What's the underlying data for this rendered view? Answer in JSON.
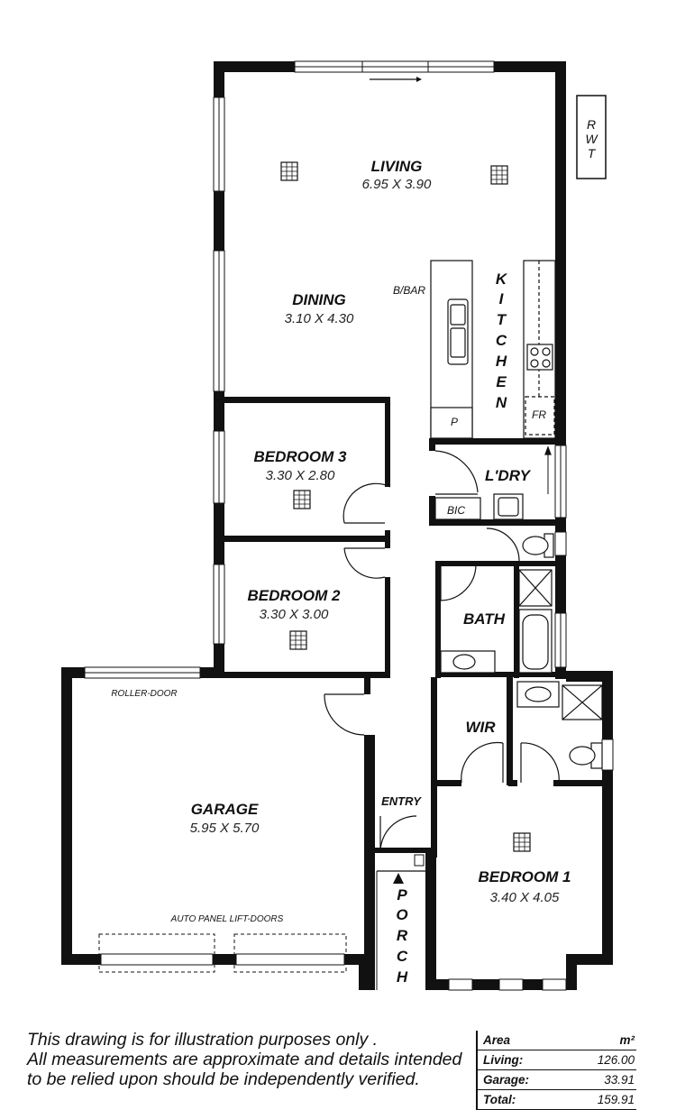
{
  "rooms": {
    "living": {
      "name": "LIVING",
      "dims": "6.95 X 3.90"
    },
    "dining": {
      "name": "DINING",
      "dims": "3.10 X 4.30"
    },
    "bedroom3": {
      "name": "BEDROOM 3",
      "dims": "3.30 X 2.80"
    },
    "bedroom2": {
      "name": "BEDROOM 2",
      "dims": "3.30 X 3.00"
    },
    "garage": {
      "name": "GARAGE",
      "dims": "5.95 X 5.70"
    },
    "bedroom1": {
      "name": "BEDROOM 1",
      "dims": "3.40 X 4.05"
    },
    "laundry": {
      "name": "L'DRY"
    },
    "bath": {
      "name": "BATH"
    },
    "wir": {
      "name": "WIR"
    },
    "entry": {
      "name": "ENTRY"
    },
    "kitchen": {
      "letters": [
        "K",
        "I",
        "T",
        "C",
        "H",
        "E",
        "N"
      ]
    },
    "porch": {
      "letters": [
        "P",
        "O",
        "R",
        "C",
        "H"
      ]
    },
    "rwt": {
      "letters": [
        "R",
        "W",
        "T"
      ]
    }
  },
  "fixtures": {
    "bbar": "B/BAR",
    "pantry": "P",
    "fridge": "FR",
    "bic": "BIC",
    "roller_door": "ROLLER-DOOR",
    "lift_doors": "AUTO PANEL  LIFT-DOORS"
  },
  "disclaimer": {
    "line1": "This drawing is for illustration purposes only .",
    "line2": "All measurements are approximate and details intended",
    "line3": "to be relied upon should be independently verified."
  },
  "area_table": {
    "header": {
      "label": "Area",
      "unit": "m²"
    },
    "rows": [
      {
        "label": "Living:",
        "value": "126.00"
      },
      {
        "label": "Garage:",
        "value": "33.91"
      },
      {
        "label": "Total:",
        "value": "159.91"
      }
    ]
  },
  "colors": {
    "wall": "#111111",
    "background": "#ffffff"
  }
}
